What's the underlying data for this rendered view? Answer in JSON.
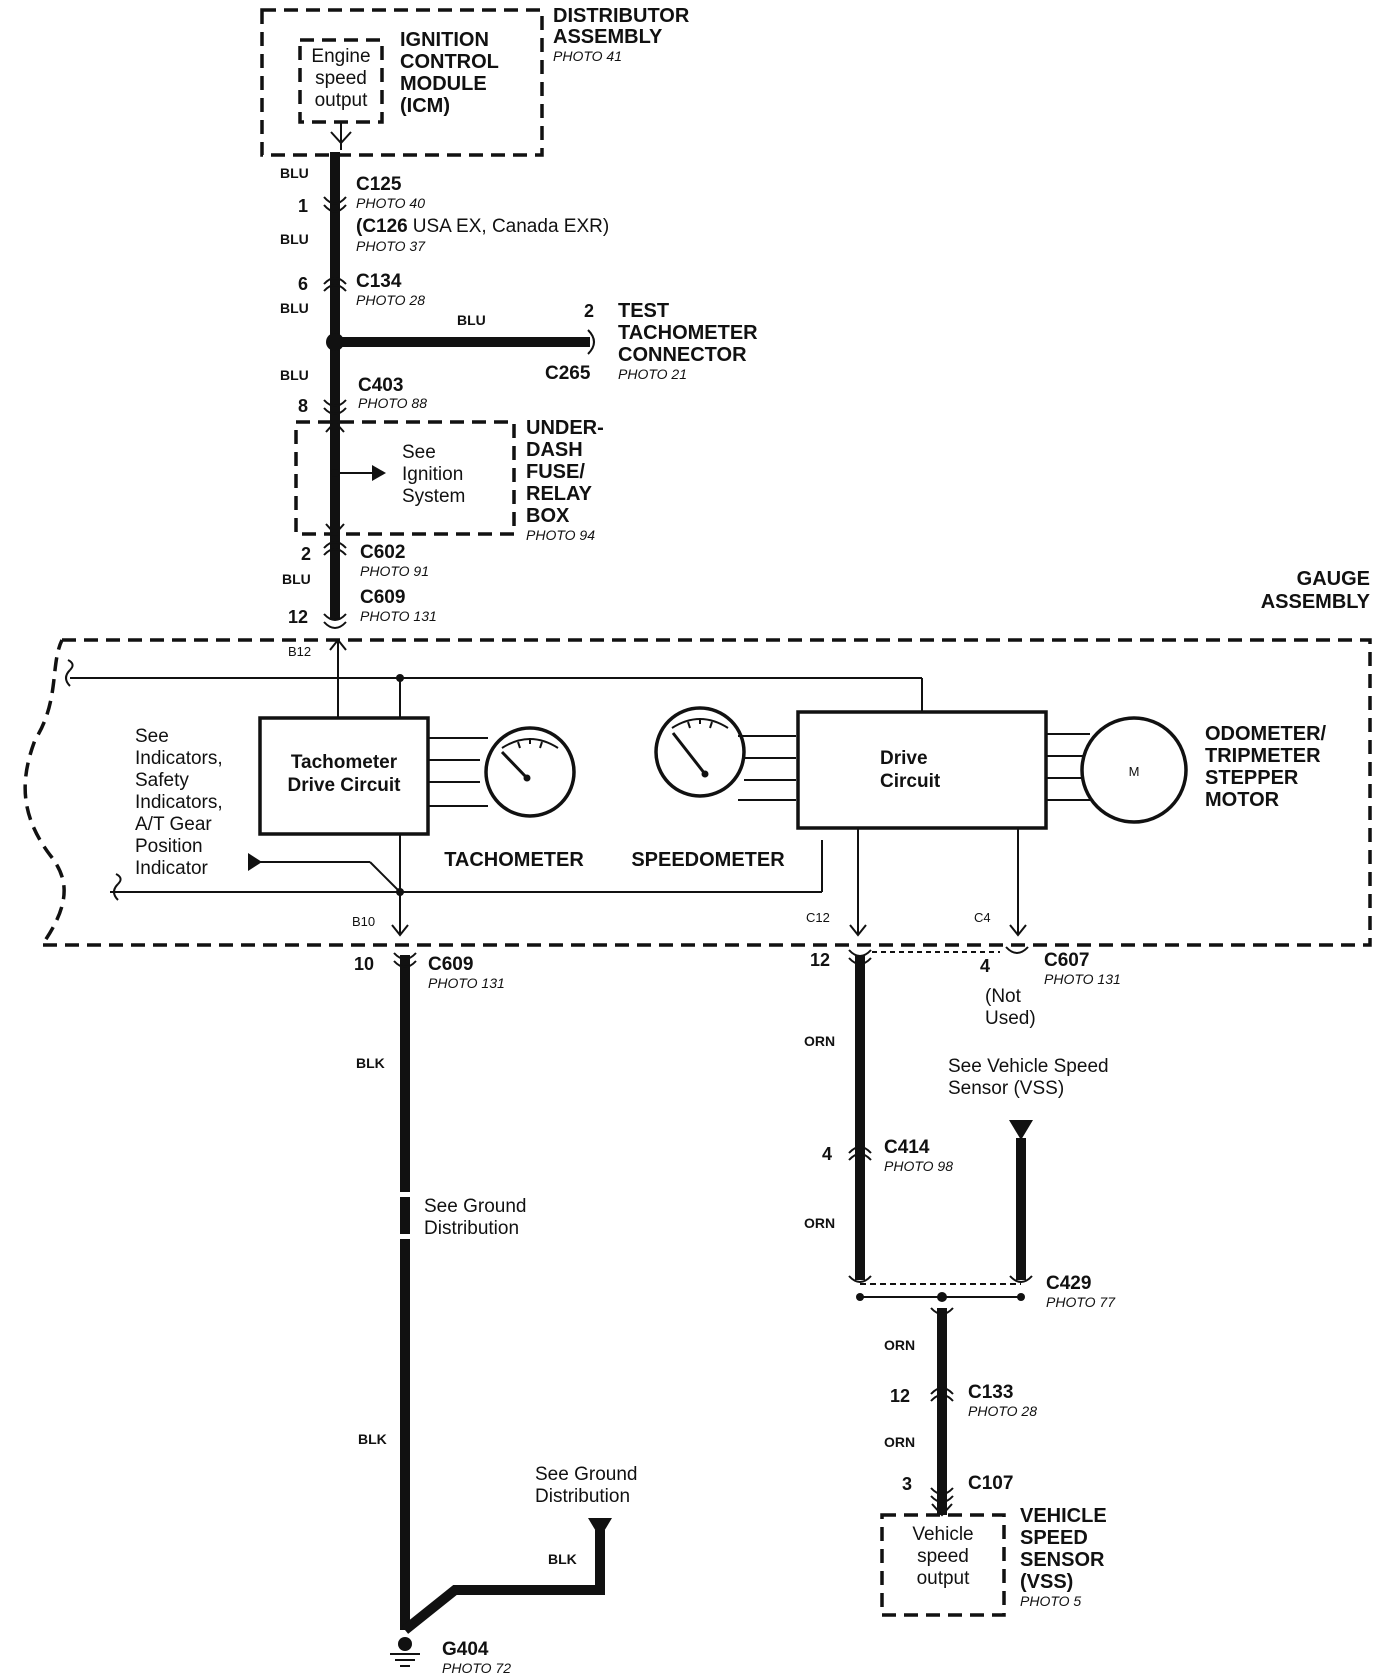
{
  "distributor": {
    "title_1": "DISTRIBUTOR",
    "title_2": "ASSEMBLY",
    "photo": "PHOTO 41"
  },
  "icm": {
    "title_1": "IGNITION",
    "title_2": "CONTROL",
    "title_3": "MODULE",
    "title_4": "(ICM)",
    "inner_1": "Engine",
    "inner_2": "speed",
    "inner_3": "output"
  },
  "c125": {
    "name": "C125",
    "photo": "PHOTO 40",
    "pin": "1"
  },
  "c126": {
    "name": "(C126",
    "note": "USA EX, Canada EXR)",
    "photo": "PHOTO 37"
  },
  "c134": {
    "name": "C134",
    "photo": "PHOTO 28",
    "pin": "6"
  },
  "c265": {
    "name": "C265",
    "pin": "2"
  },
  "test_tach": {
    "title_1": "TEST",
    "title_2": "TACHOMETER",
    "title_3": "CONNECTOR",
    "photo": "PHOTO 21"
  },
  "c403": {
    "name": "C403",
    "photo": "PHOTO 88",
    "pin": "8"
  },
  "underdash": {
    "title_1": "UNDER-",
    "title_2": "DASH",
    "title_3": "FUSE/",
    "title_4": "RELAY",
    "title_5": "BOX",
    "photo": "PHOTO 94",
    "inner_1": "See",
    "inner_2": "Ignition",
    "inner_3": "System"
  },
  "c602": {
    "name": "C602",
    "photo": "PHOTO 91",
    "pin": "2"
  },
  "c609_top": {
    "name": "C609",
    "photo": "PHOTO 131",
    "pin": "12"
  },
  "gauge": {
    "title_1": "GAUGE",
    "title_2": "ASSEMBLY"
  },
  "pins_internal": {
    "b12": "B12",
    "b10": "B10",
    "c12": "C12",
    "c4": "C4"
  },
  "tach_circuit": {
    "line_1": "Tachometer",
    "line_2": "Drive Circuit"
  },
  "drive_circuit": {
    "line_1": "Drive",
    "line_2": "Circuit"
  },
  "tachometer_label": "TACHOMETER",
  "speedometer_label": "SPEEDOMETER",
  "motor": {
    "symbol": "M",
    "title_1": "ODOMETER/",
    "title_2": "TRIPMETER",
    "title_3": "STEPPER",
    "title_4": "MOTOR"
  },
  "see_indicators": {
    "l1": "See",
    "l2": "Indicators,",
    "l3": "Safety",
    "l4": "Indicators,",
    "l5": "A/T Gear",
    "l6": "Position",
    "l7": "Indicator"
  },
  "c609_bottom": {
    "name": "C609",
    "photo": "PHOTO 131",
    "pin": "10"
  },
  "c607": {
    "name": "C607",
    "photo": "PHOTO 131",
    "pin_left": "12",
    "pin_right": "4",
    "note_1": "(Not",
    "note_2": "Used)"
  },
  "see_vss": {
    "l1": "See Vehicle Speed",
    "l2": "Sensor (VSS)"
  },
  "c414": {
    "name": "C414",
    "photo": "PHOTO 98",
    "pin": "4"
  },
  "c429": {
    "name": "C429",
    "photo": "PHOTO 77"
  },
  "c133": {
    "name": "C133",
    "photo": "PHOTO 28",
    "pin": "12"
  },
  "c107": {
    "name": "C107",
    "pin": "3"
  },
  "vss": {
    "title_1": "VEHICLE",
    "title_2": "SPEED",
    "title_3": "SENSOR",
    "title_4": "(VSS)",
    "photo": "PHOTO 5",
    "inner_1": "Vehicle",
    "inner_2": "speed",
    "inner_3": "output"
  },
  "see_ground_1": {
    "l1": "See Ground",
    "l2": "Distribution"
  },
  "see_ground_2": {
    "l1": "See Ground",
    "l2": "Distribution"
  },
  "g404": {
    "name": "G404",
    "photo": "PHOTO 72"
  },
  "wires": {
    "blu": "BLU",
    "blk": "BLK",
    "orn": "ORN"
  }
}
